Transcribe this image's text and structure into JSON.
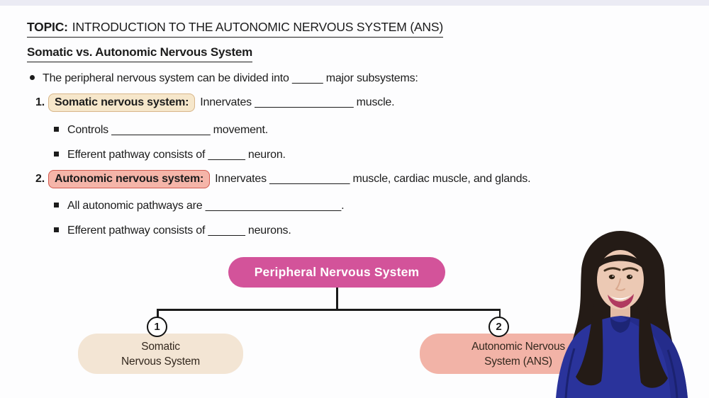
{
  "header": {
    "topic_label": "TOPIC:",
    "topic_title": "INTRODUCTION TO THE AUTONOMIC NERVOUS SYSTEM (ANS)",
    "subtitle": "Somatic vs. Autonomic Nervous System"
  },
  "notes": {
    "intro_bullet": "The peripheral nervous system can be divided into _____ major subsystems:",
    "items": [
      {
        "number": "1.",
        "term": "Somatic nervous system:",
        "rest": "Innervates ________________ muscle.",
        "subbullets": [
          "Controls ________________ movement.",
          "Efferent pathway consists of ______ neuron."
        ]
      },
      {
        "number": "2.",
        "term": "Autonomic nervous system:",
        "rest": "Innervates _____________ muscle, cardiac muscle, and glands.",
        "subbullets": [
          "All autonomic pathways are ______________________.",
          "Efferent pathway consists of ______ neurons."
        ]
      }
    ]
  },
  "diagram": {
    "root_label": "Peripheral Nervous System",
    "branches": [
      {
        "number": "1",
        "label_line1": "Somatic",
        "label_line2": "Nervous System"
      },
      {
        "number": "2",
        "label_line1": "Autonomic Nervous",
        "label_line2": "System (ANS)"
      }
    ]
  },
  "colors": {
    "root_pill": "#d3539a",
    "somatic_leaf_box": "#f3e5d4",
    "ans_leaf_box": "#f2b3a7",
    "somatic_highlight_bg": "#f6e7cb",
    "somatic_highlight_border": "#d8b68b",
    "autonomic_highlight_bg": "#f5b5a9",
    "autonomic_highlight_border": "#d25a50",
    "connector_line": "#1a1a1a",
    "presenter_shirt": "#2a339b",
    "presenter_hair": "#241b16"
  }
}
